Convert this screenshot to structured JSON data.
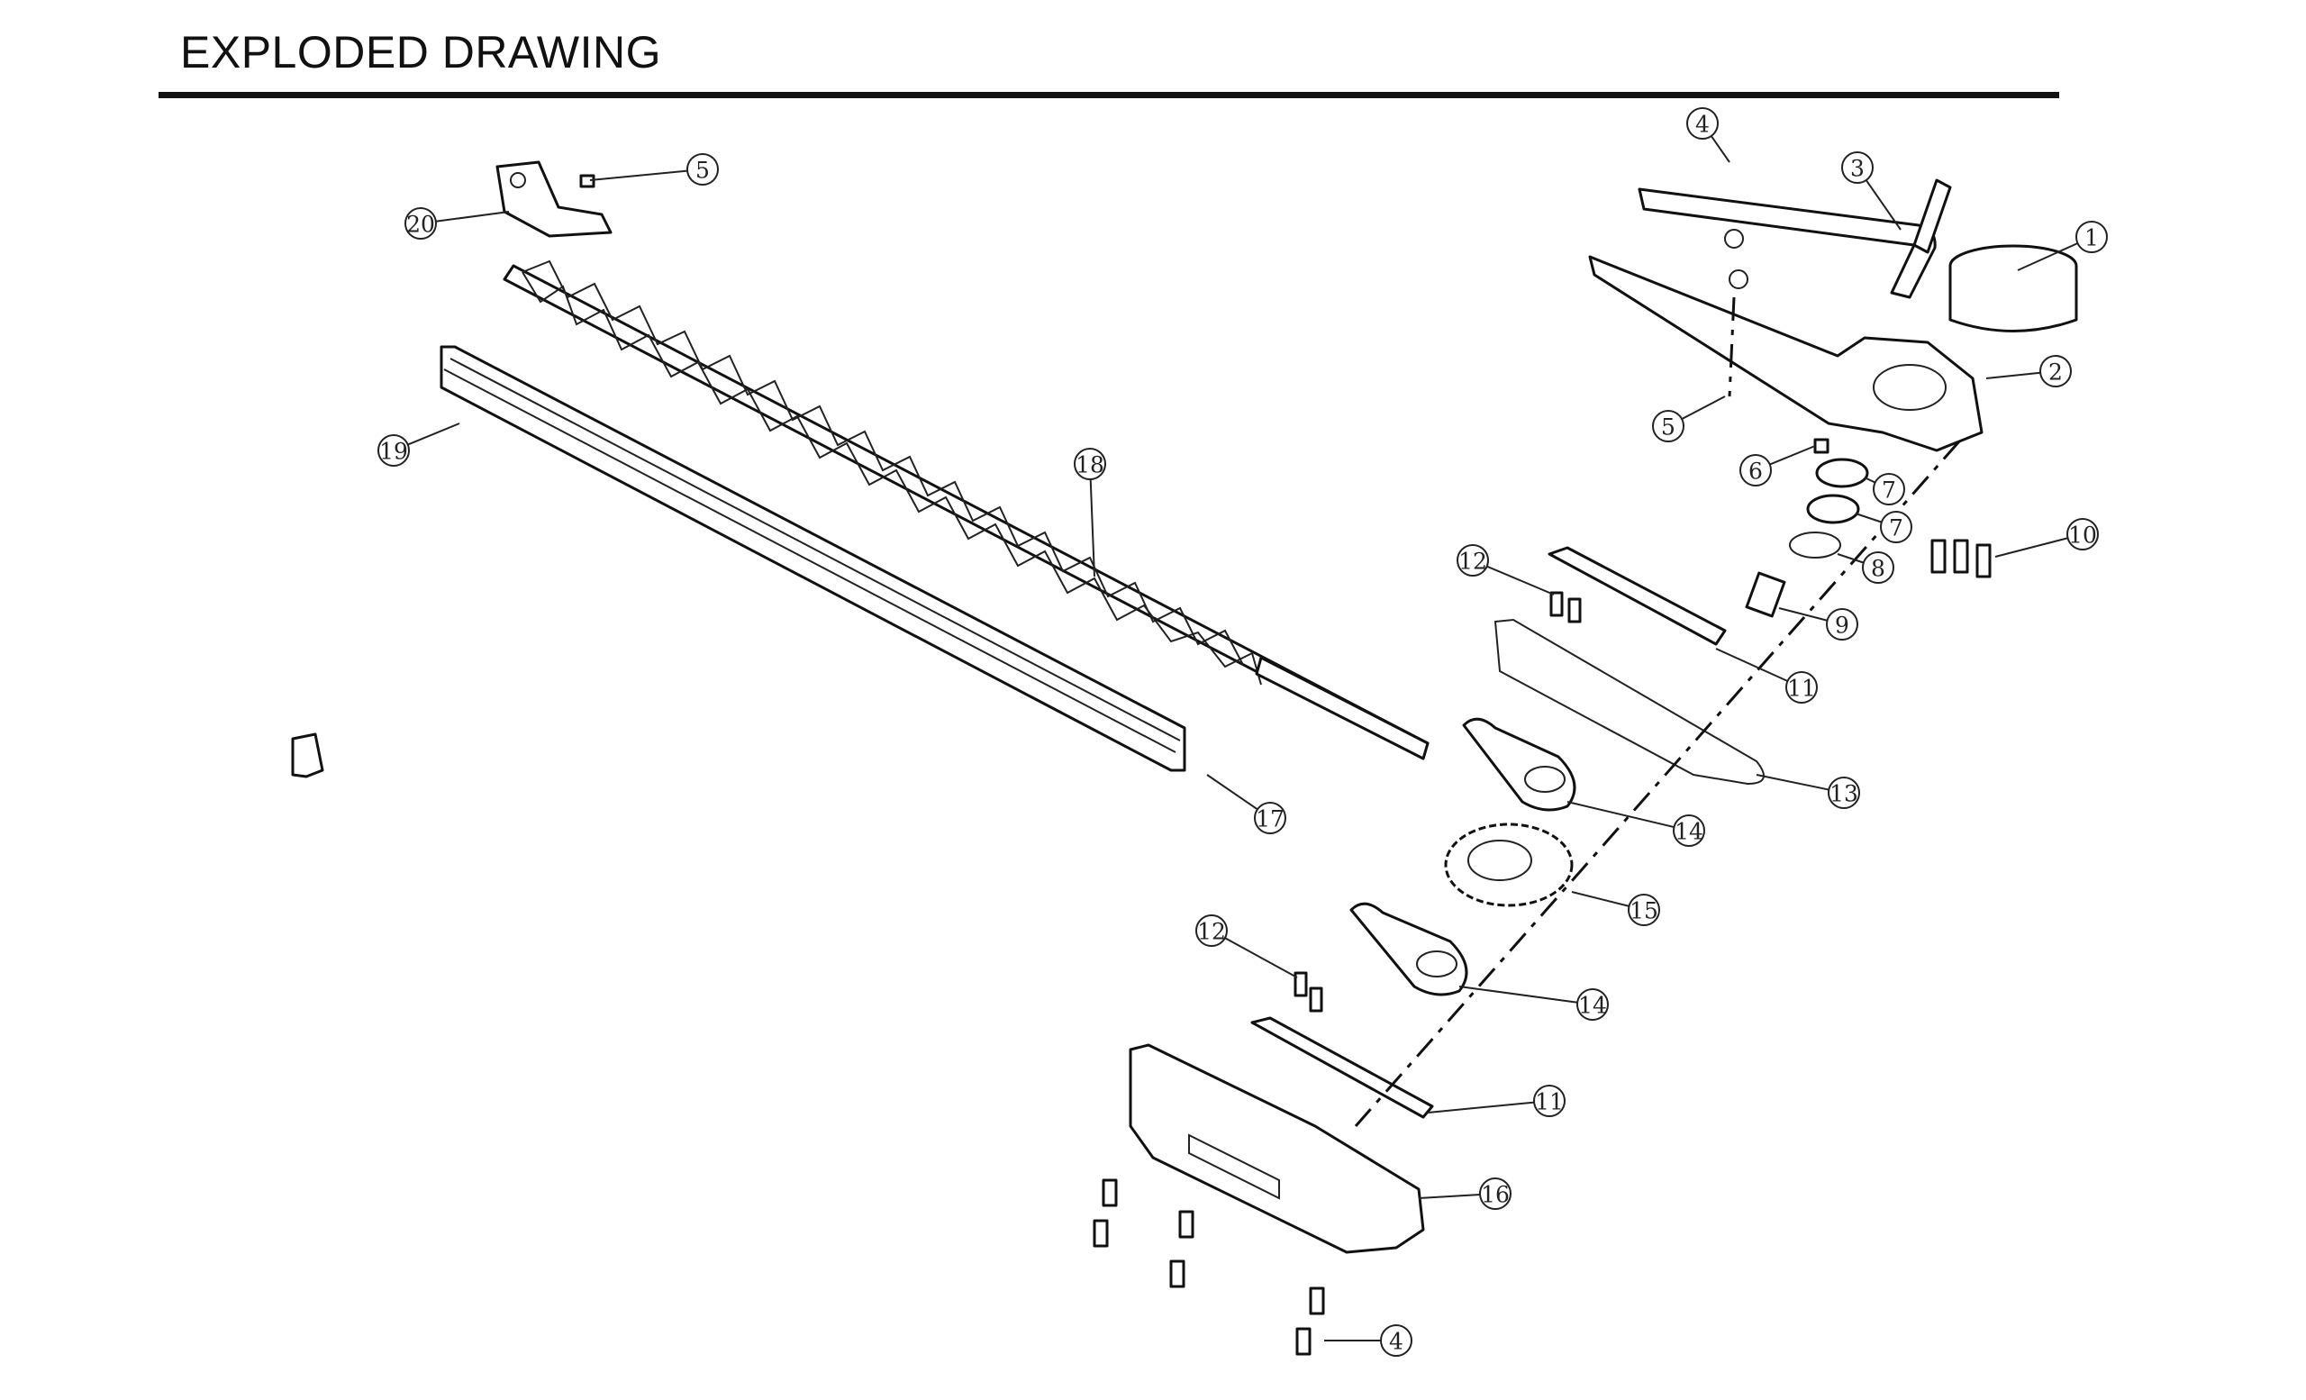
{
  "page": {
    "title": "EXPLODED DRAWING"
  },
  "callouts": [
    {
      "label": "1"
    },
    {
      "label": "2"
    },
    {
      "label": "3"
    },
    {
      "label": "4"
    },
    {
      "label": "5"
    },
    {
      "label": "5"
    },
    {
      "label": "6"
    },
    {
      "label": "7"
    },
    {
      "label": "7"
    },
    {
      "label": "8"
    },
    {
      "label": "9"
    },
    {
      "label": "10"
    },
    {
      "label": "11"
    },
    {
      "label": "12"
    },
    {
      "label": "13"
    },
    {
      "label": "14"
    },
    {
      "label": "15"
    },
    {
      "label": "14"
    },
    {
      "label": "12"
    },
    {
      "label": "11"
    },
    {
      "label": "16"
    },
    {
      "label": "4"
    },
    {
      "label": "17"
    },
    {
      "label": "18"
    },
    {
      "label": "19"
    },
    {
      "label": "20"
    }
  ]
}
